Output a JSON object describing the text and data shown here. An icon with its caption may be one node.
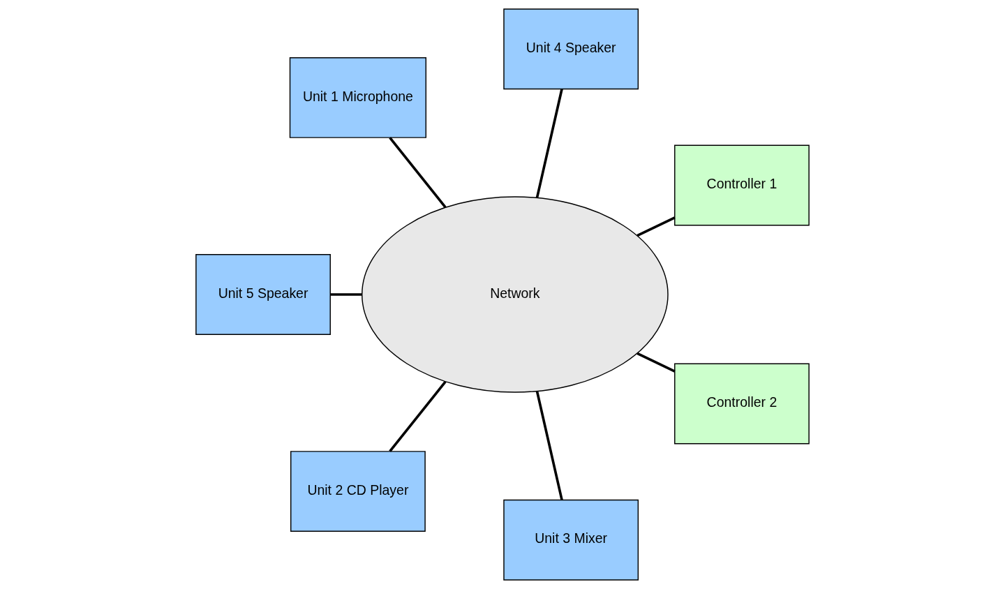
{
  "diagram": {
    "nodes": [
      {
        "text": [
          "Controller 1"
        ]
      },
      {
        "text": [
          "Unit 4 Speaker"
        ]
      },
      {
        "text": [
          "Unit 1 Microphone"
        ]
      },
      {
        "text": [
          "Unit 5 Speaker"
        ]
      },
      {
        "text": [
          "Network"
        ]
      },
      {
        "text": [
          "Unit 2 CD Player"
        ]
      },
      {
        "text": [
          "Unit 3 Mixer"
        ]
      },
      {
        "text": [
          "Controller 2"
        ]
      }
    ],
    "edges": [
      {
        "from": 0,
        "to": 4,
        "arrow": "none"
      },
      {
        "from": 1,
        "to": 4,
        "arrow": "none"
      },
      {
        "from": 2,
        "to": 4,
        "arrow": "none"
      },
      {
        "from": 3,
        "to": 4,
        "arrow": "none"
      },
      {
        "from": 5,
        "to": 4,
        "arrow": "none"
      },
      {
        "from": 6,
        "to": 4,
        "arrow": "none"
      },
      {
        "from": 7,
        "to": 4,
        "arrow": "none"
      }
    ]
  }
}
